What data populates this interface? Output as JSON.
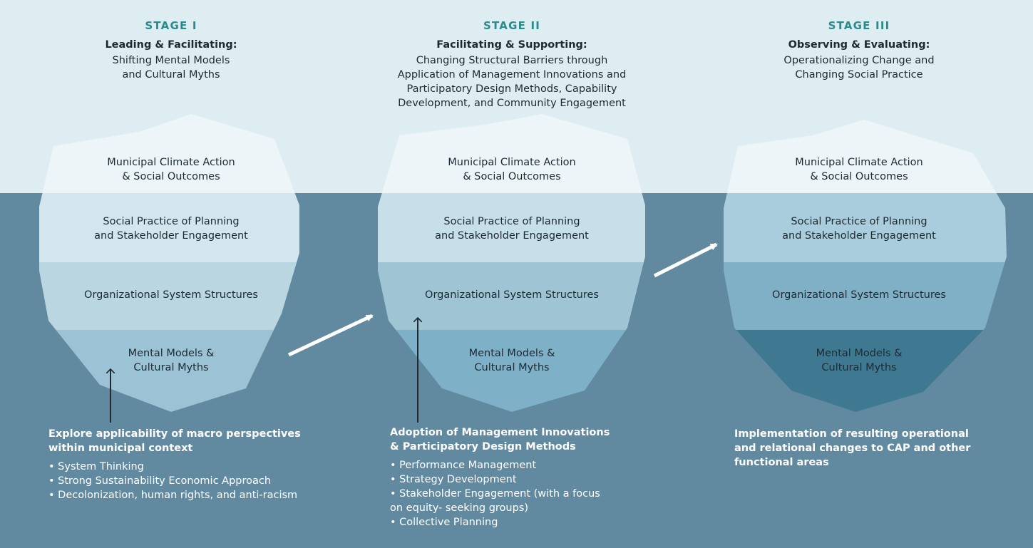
{
  "colors": {
    "sky": "#deedf2",
    "water": "#6189a0",
    "tip": "#edf5f8",
    "stage_label": "#2a8a8c",
    "dark_text": "#1d2a33",
    "light_text": "#ffffff"
  },
  "stages": [
    {
      "label": "STAGE I",
      "heading": "Leading & Facilitating:",
      "subtitle": [
        "Shifting Mental Models",
        "and Cultural Myths"
      ],
      "layers": [
        {
          "text": [
            "Municipal Climate Action",
            "& Social Outcomes"
          ]
        },
        {
          "text": [
            "Social Practice of Planning",
            "and Stakeholder Engagement"
          ]
        },
        {
          "text": [
            "Organizational System Structures"
          ]
        },
        {
          "text": [
            "Mental Models &",
            "Cultural Myths"
          ]
        }
      ],
      "layer_fills": [
        "#edf5f8",
        "#d4e6ed",
        "#b9d6e1",
        "#9cc3d5"
      ],
      "bottom_heading": [
        "Explore applicability of macro perspectives",
        "within municipal context"
      ],
      "bullets": [
        "• System Thinking",
        "• Strong Sustainability Economic Approach",
        "• Decolonization, human rights, and anti-racism"
      ]
    },
    {
      "label": "STAGE II",
      "heading": "Facilitating & Supporting:",
      "subtitle": [
        "Changing Structural Barriers through",
        "Application of Management Innovations and",
        "Participatory Design Methods, Capability",
        "Development, and Community Engagement"
      ],
      "layers": [
        {
          "text": [
            "Municipal Climate Action",
            "& Social Outcomes"
          ]
        },
        {
          "text": [
            "Social Practice of Planning",
            "and Stakeholder Engagement"
          ]
        },
        {
          "text": [
            "Organizational System Structures"
          ]
        },
        {
          "text": [
            "Mental Models &",
            "Cultural Myths"
          ]
        }
      ],
      "layer_fills": [
        "#edf5f8",
        "#c6dfe8",
        "#9fc5d5",
        "#7eb1c8"
      ],
      "bottom_heading": [
        "Adoption of Management Innovations",
        "& Participatory Design Methods"
      ],
      "bullets": [
        "• Performance Management",
        "• Strategy Development",
        "• Stakeholder Engagement (with a focus",
        "   on equity- seeking groups)",
        "• Collective Planning"
      ]
    },
    {
      "label": "STAGE III",
      "heading": "Observing & Evaluating:",
      "subtitle": [
        "Operationalizing Change and",
        "Changing Social Practice"
      ],
      "layers": [
        {
          "text": [
            "Municipal Climate Action",
            "& Social Outcomes"
          ]
        },
        {
          "text": [
            "Social Practice of Planning",
            "and Stakeholder Engagement"
          ]
        },
        {
          "text": [
            "Organizational System Structures"
          ]
        },
        {
          "text": [
            "Mental Models &",
            "Cultural Myths"
          ]
        }
      ],
      "layer_fills": [
        "#edf5f8",
        "#a9cddc",
        "#80b0c6",
        "#3e7891"
      ],
      "bottom_heading": [
        "Implementation of resulting operational",
        "and relational changes to CAP and other",
        "functional areas"
      ],
      "bullets": []
    }
  ]
}
